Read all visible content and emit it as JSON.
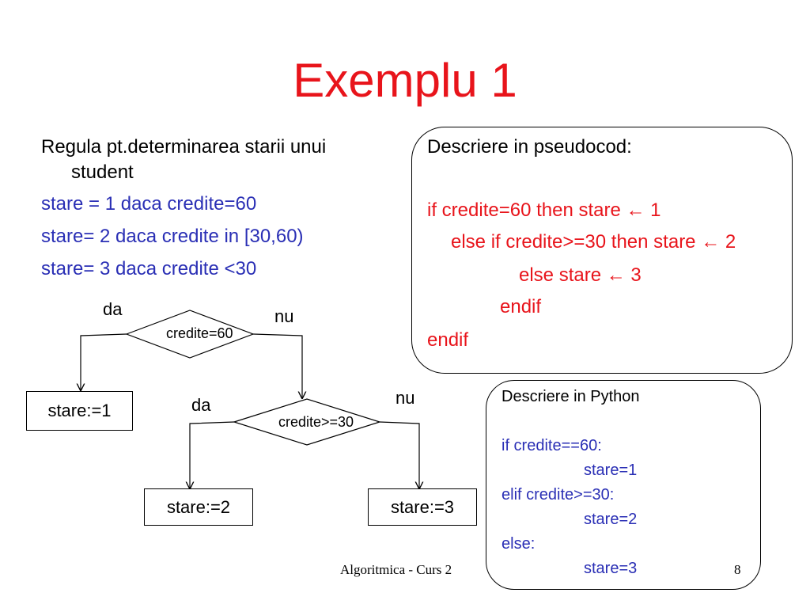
{
  "slide": {
    "title": "Exemplu 1",
    "rule_line1": "Regula pt.determinarea starii unui",
    "rule_line2": "student",
    "conditions": [
      "stare = 1  daca  credite=60",
      "stare=  2  daca credite in [30,60)",
      "stare=  3  daca credite <30"
    ],
    "footer_course": "Algoritmica - Curs 2",
    "page_number": "8"
  },
  "flowchart": {
    "decision1": "credite=60",
    "decision2": "credite>=30",
    "yes1": "da",
    "no1": "nu",
    "yes2": "da",
    "no2": "nu",
    "box1": "stare:=1",
    "box2": "stare:=2",
    "box3": "stare:=3"
  },
  "pseudocode": {
    "heading": "Descriere in pseudocod:",
    "lines": [
      "if credite=60 then stare ← 1",
      "else if credite>=30 then stare ← 2",
      "else stare ← 3",
      "endif",
      "endif"
    ]
  },
  "python": {
    "heading": "Descriere in Python",
    "lines": [
      "if credite==60:",
      "stare=1",
      "elif credite>=30:",
      "stare=2",
      "else:",
      "stare=3"
    ]
  },
  "colors": {
    "title_red": "#e8141b",
    "code_blue": "#2a2fb5",
    "code_red": "#e8141b"
  }
}
